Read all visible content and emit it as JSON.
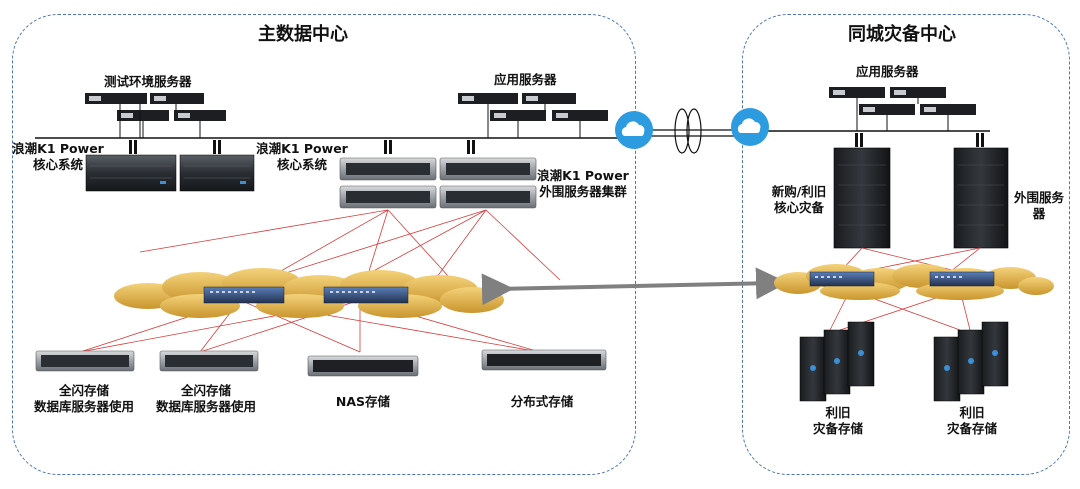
{
  "main_dc": {
    "title": "主数据中心",
    "test_servers_label": "测试环境服务器",
    "app_servers_label": "应用服务器",
    "k1_left_line1": "浪潮K1 Power",
    "k1_left_line2": "核心系统",
    "k1_mid_line1": "浪潮K1 Power",
    "k1_mid_line2": "核心系统",
    "cluster_line1": "浪潮K1 Power",
    "cluster_line2": "外围服务器集群",
    "flash1_line1": "全闪存储",
    "flash1_line2": "数据库服务器使用",
    "flash2_line1": "全闪存储",
    "flash2_line2": "数据库服务器使用",
    "nas_label": "NAS存储",
    "distributed_label": "分布式存储"
  },
  "dr_dc": {
    "title": "同城灾备中心",
    "app_servers_label": "应用服务器",
    "core_line1": "新购/利旧",
    "core_line2": "核心灾备",
    "peripheral_line1": "外围服务",
    "peripheral_line2": "器",
    "storage1_line1": "利旧",
    "storage1_line2": "灾备存储",
    "storage2_line1": "利旧",
    "storage2_line2": "灾备存储"
  },
  "colors": {
    "zone_border": "#4a73b5",
    "cloud": "#2c9be0",
    "san_cloud": "#e3b84a",
    "san_wiring": "#d73b3b",
    "network_line": "#111111",
    "replication_arrow": "#808080"
  }
}
